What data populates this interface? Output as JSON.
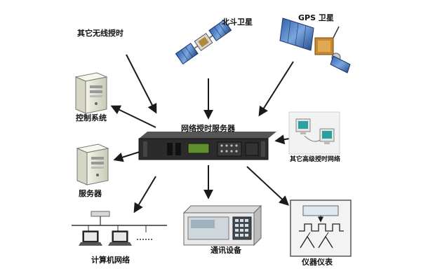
{
  "labels": {
    "other_wireless": "其它无线授时",
    "beidou": "北斗卫星",
    "gps": "GPS 卫星",
    "control_system": "控制系统",
    "ntp_server": "网络授时服务器",
    "other_network": "其它高级授时网络",
    "server": "服务器",
    "computer_network": "计算机网络",
    "comm_equipment": "通讯设备",
    "instrument": "仪器仪表"
  },
  "colors": {
    "arrow": "#1a1a1a",
    "chassis": "#2b2b2b",
    "lcd": "#5f8f2e",
    "panel": "#4a78b8",
    "pc_case": "#e8e8d8",
    "monitor_screen": "#2aa0a0"
  },
  "icons": {
    "beidou": "satellite-icon",
    "gps": "satellite-icon",
    "control_system": "server-tower-icon",
    "server": "server-tower-icon",
    "ntp_server": "rack-server-icon",
    "other_network": "networked-computers-icon",
    "computer_network": "lan-computers-icon",
    "comm_equipment": "comm-device-icon",
    "instrument": "oscilloscope-icon"
  }
}
